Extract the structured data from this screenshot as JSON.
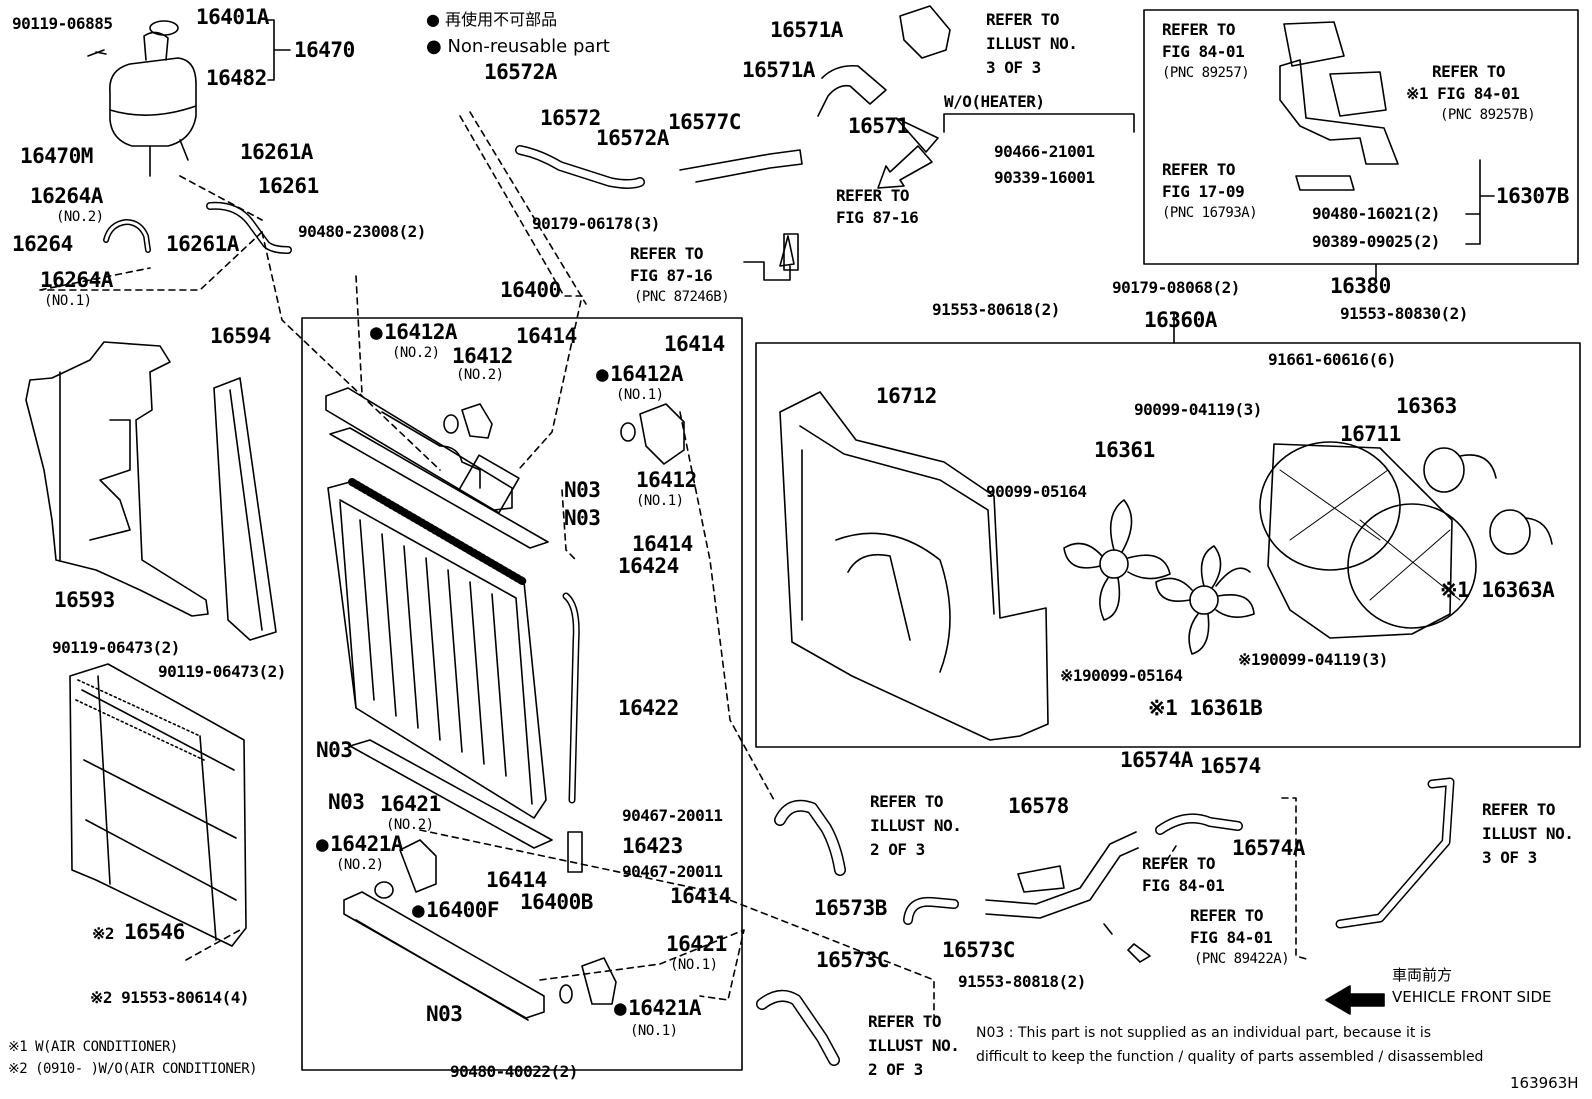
{
  "legend": {
    "jp": "再使用不可部品",
    "en": "Non-reusable part",
    "bullet": "●"
  },
  "labels": [
    {
      "id": "l1",
      "t": "90119-06885",
      "c": "sm"
    },
    {
      "id": "l2",
      "t": "16401A",
      "c": "big"
    },
    {
      "id": "l3",
      "t": "16470",
      "c": "big"
    },
    {
      "id": "l4",
      "t": "16482",
      "c": "big"
    },
    {
      "id": "l5",
      "t": "16470M",
      "c": "big"
    },
    {
      "id": "l6",
      "t": "16261A",
      "c": "big"
    },
    {
      "id": "l7",
      "t": "16264A",
      "c": "big"
    },
    {
      "id": "l8",
      "t": "(NO.2)",
      "c": "xs"
    },
    {
      "id": "l9",
      "t": "16261",
      "c": "big"
    },
    {
      "id": "l10",
      "t": "16264",
      "c": "big"
    },
    {
      "id": "l11",
      "t": "16261A",
      "c": "big"
    },
    {
      "id": "l12",
      "t": "16264A",
      "c": "big"
    },
    {
      "id": "l13",
      "t": "(NO.1)",
      "c": "xs"
    },
    {
      "id": "l14",
      "t": "16572A",
      "c": "big"
    },
    {
      "id": "l15",
      "t": "16572",
      "c": "big"
    },
    {
      "id": "l16",
      "t": "16572A",
      "c": "big"
    },
    {
      "id": "l17",
      "t": "16577C",
      "c": "big"
    },
    {
      "id": "l18",
      "t": "90179-06178(3)",
      "c": "sm"
    },
    {
      "id": "l19",
      "t": "16571A",
      "c": "big"
    },
    {
      "id": "l20",
      "t": "16571A",
      "c": "big"
    },
    {
      "id": "l21",
      "t": "16571",
      "c": "big"
    },
    {
      "id": "l22",
      "t": "REFER TO",
      "c": "sm"
    },
    {
      "id": "l23",
      "t": "FIG 87-16",
      "c": "sm"
    },
    {
      "id": "l24",
      "t": "REFER TO",
      "c": "sm"
    },
    {
      "id": "l25",
      "t": "FIG 87-16",
      "c": "sm"
    },
    {
      "id": "l26",
      "t": "(PNC 87246B)",
      "c": "xs"
    },
    {
      "id": "l27",
      "t": "90480-23008(2)",
      "c": "sm"
    },
    {
      "id": "l28",
      "t": "16400",
      "c": "big"
    },
    {
      "id": "l29",
      "t": "16594",
      "c": "big"
    },
    {
      "id": "l30",
      "t": "16412A",
      "c": "big dot"
    },
    {
      "id": "l31",
      "t": "(NO.2)",
      "c": "xs"
    },
    {
      "id": "l32",
      "t": "16412",
      "c": "big"
    },
    {
      "id": "l33",
      "t": "(NO.2)",
      "c": "xs"
    },
    {
      "id": "l34",
      "t": "16414",
      "c": "big"
    },
    {
      "id": "l35",
      "t": "16414",
      "c": "big"
    },
    {
      "id": "l36",
      "t": "16412A",
      "c": "big dot"
    },
    {
      "id": "l37",
      "t": "(NO.1)",
      "c": "xs"
    },
    {
      "id": "l38",
      "t": "16412",
      "c": "big"
    },
    {
      "id": "l39",
      "t": "(NO.1)",
      "c": "xs"
    },
    {
      "id": "l40",
      "t": "N03",
      "c": "big"
    },
    {
      "id": "l41",
      "t": "N03",
      "c": "big"
    },
    {
      "id": "l42",
      "t": "16414",
      "c": "big"
    },
    {
      "id": "l43",
      "t": "16424",
      "c": "big"
    },
    {
      "id": "l44",
      "t": "16593",
      "c": "big"
    },
    {
      "id": "l45",
      "t": "90119-06473(2)",
      "c": "sm"
    },
    {
      "id": "l46",
      "t": "90119-06473(2)",
      "c": "sm"
    },
    {
      "id": "l47",
      "t": "16422",
      "c": "big"
    },
    {
      "id": "l48",
      "t": "N03",
      "c": "big"
    },
    {
      "id": "l49",
      "t": "N03",
      "c": "big"
    },
    {
      "id": "l50",
      "t": "16421",
      "c": "big"
    },
    {
      "id": "l51",
      "t": "(NO.2)",
      "c": "xs"
    },
    {
      "id": "l52",
      "t": "16421A",
      "c": "big dot"
    },
    {
      "id": "l53",
      "t": "(NO.2)",
      "c": "xs"
    },
    {
      "id": "l54",
      "t": "90467-20011",
      "c": "sm"
    },
    {
      "id": "l55",
      "t": "16423",
      "c": "big"
    },
    {
      "id": "l56",
      "t": "90467-20011",
      "c": "sm"
    },
    {
      "id": "l57",
      "t": "16414",
      "c": "big"
    },
    {
      "id": "l58",
      "t": "16400F",
      "c": "big dot"
    },
    {
      "id": "l59",
      "t": "16400B",
      "c": "big"
    },
    {
      "id": "l60",
      "t": "16414",
      "c": "big"
    },
    {
      "id": "l61",
      "t": "16421",
      "c": "big"
    },
    {
      "id": "l62",
      "t": "(NO.1)",
      "c": "xs"
    },
    {
      "id": "l63",
      "t": "16421A",
      "c": "big dot"
    },
    {
      "id": "l64",
      "t": "(NO.1)",
      "c": "xs"
    },
    {
      "id": "l65",
      "t": "N03",
      "c": "big"
    },
    {
      "id": "l66",
      "t": "90480-40022(2)",
      "c": "sm"
    },
    {
      "id": "l67",
      "t": "16546",
      "c": "big"
    },
    {
      "id": "l68",
      "t": "※2",
      "c": "sm"
    },
    {
      "id": "l69",
      "t": "※2 91553-80614(4)",
      "c": "sm"
    },
    {
      "id": "l70",
      "t": "※1 W(AIR CONDITIONER)",
      "c": "xs"
    },
    {
      "id": "l71",
      "t": "※2 (0910-      )W/O(AIR CONDITIONER)",
      "c": "xs"
    },
    {
      "id": "l72",
      "t": "REFER TO",
      "c": "sm"
    },
    {
      "id": "l73",
      "t": "ILLUST NO.",
      "c": "sm"
    },
    {
      "id": "l74",
      "t": "3 OF 3",
      "c": "sm"
    },
    {
      "id": "l75",
      "t": "W/O(HEATER)",
      "c": "sm"
    },
    {
      "id": "l76",
      "t": "90466-21001",
      "c": "sm"
    },
    {
      "id": "l77",
      "t": "90339-16001",
      "c": "sm"
    },
    {
      "id": "l78",
      "t": "REFER TO",
      "c": "sm"
    },
    {
      "id": "l79",
      "t": "FIG 84-01",
      "c": "sm"
    },
    {
      "id": "l80",
      "t": "(PNC 89257)",
      "c": "xs"
    },
    {
      "id": "l81",
      "t": "REFER TO",
      "c": "sm"
    },
    {
      "id": "l82",
      "t": "※1 FIG 84-01",
      "c": "sm"
    },
    {
      "id": "l83",
      "t": "(PNC 89257B)",
      "c": "xs"
    },
    {
      "id": "l84",
      "t": "REFER TO",
      "c": "sm"
    },
    {
      "id": "l85",
      "t": "FIG 17-09",
      "c": "sm"
    },
    {
      "id": "l86",
      "t": "(PNC 16793A)",
      "c": "xs"
    },
    {
      "id": "l87",
      "t": "90480-16021(2)",
      "c": "sm"
    },
    {
      "id": "l88",
      "t": "90389-09025(2)",
      "c": "sm"
    },
    {
      "id": "l89",
      "t": "16307B",
      "c": "big"
    },
    {
      "id": "l90",
      "t": "16380",
      "c": "big"
    },
    {
      "id": "l91",
      "t": "90179-08068(2)",
      "c": "sm"
    },
    {
      "id": "l92",
      "t": "91553-80830(2)",
      "c": "sm"
    },
    {
      "id": "l93",
      "t": "91553-80618(2)",
      "c": "sm"
    },
    {
      "id": "l94",
      "t": "16360A",
      "c": "big"
    },
    {
      "id": "l95",
      "t": "91661-60616(6)",
      "c": "sm"
    },
    {
      "id": "l96",
      "t": "16712",
      "c": "big"
    },
    {
      "id": "l97",
      "t": "90099-04119(3)",
      "c": "sm"
    },
    {
      "id": "l98",
      "t": "16363",
      "c": "big"
    },
    {
      "id": "l99",
      "t": "16711",
      "c": "big"
    },
    {
      "id": "l100",
      "t": "16361",
      "c": "big"
    },
    {
      "id": "l101",
      "t": "90099-05164",
      "c": "sm"
    },
    {
      "id": "l102",
      "t": "※1 16363A",
      "c": "big"
    },
    {
      "id": "l103",
      "t": "※190099-05164",
      "c": "sm"
    },
    {
      "id": "l104",
      "t": "※190099-04119(3)",
      "c": "sm"
    },
    {
      "id": "l105",
      "t": "※1 16361B",
      "c": "big"
    },
    {
      "id": "l106",
      "t": "REFER TO",
      "c": "sm"
    },
    {
      "id": "l107",
      "t": "ILLUST NO.",
      "c": "sm"
    },
    {
      "id": "l108",
      "t": "2 OF 3",
      "c": "sm"
    },
    {
      "id": "l109",
      "t": "16578",
      "c": "big"
    },
    {
      "id": "l110",
      "t": "16574A",
      "c": "big"
    },
    {
      "id": "l111",
      "t": "16574",
      "c": "big"
    },
    {
      "id": "l112",
      "t": "16574A",
      "c": "big"
    },
    {
      "id": "l113",
      "t": "REFER TO",
      "c": "sm"
    },
    {
      "id": "l114",
      "t": "FIG 84-01",
      "c": "sm"
    },
    {
      "id": "l115",
      "t": "REFER TO",
      "c": "sm"
    },
    {
      "id": "l116",
      "t": "ILLUST NO.",
      "c": "sm"
    },
    {
      "id": "l117",
      "t": "3 OF 3",
      "c": "sm"
    },
    {
      "id": "l118",
      "t": "16573B",
      "c": "big"
    },
    {
      "id": "l119",
      "t": "16573C",
      "c": "big"
    },
    {
      "id": "l120",
      "t": "16573C",
      "c": "big"
    },
    {
      "id": "l121",
      "t": "91553-80818(2)",
      "c": "sm"
    },
    {
      "id": "l122",
      "t": "REFER TO",
      "c": "sm"
    },
    {
      "id": "l123",
      "t": "FIG 84-01",
      "c": "sm"
    },
    {
      "id": "l124",
      "t": "(PNC 89422A)",
      "c": "xs"
    },
    {
      "id": "l125",
      "t": "REFER TO",
      "c": "sm"
    },
    {
      "id": "l126",
      "t": "ILLUST NO.",
      "c": "sm"
    },
    {
      "id": "l127",
      "t": "2 OF 3",
      "c": "sm"
    }
  ],
  "direction": {
    "jp": "車両前方",
    "en": "VEHICLE FRONT SIDE"
  },
  "footnote": {
    "line1": "N03 : This part is not supplied as an individual part, because it is",
    "line2": "difficult to keep the function / quality of parts assembled / disassembled"
  },
  "figure_id": "163963H"
}
